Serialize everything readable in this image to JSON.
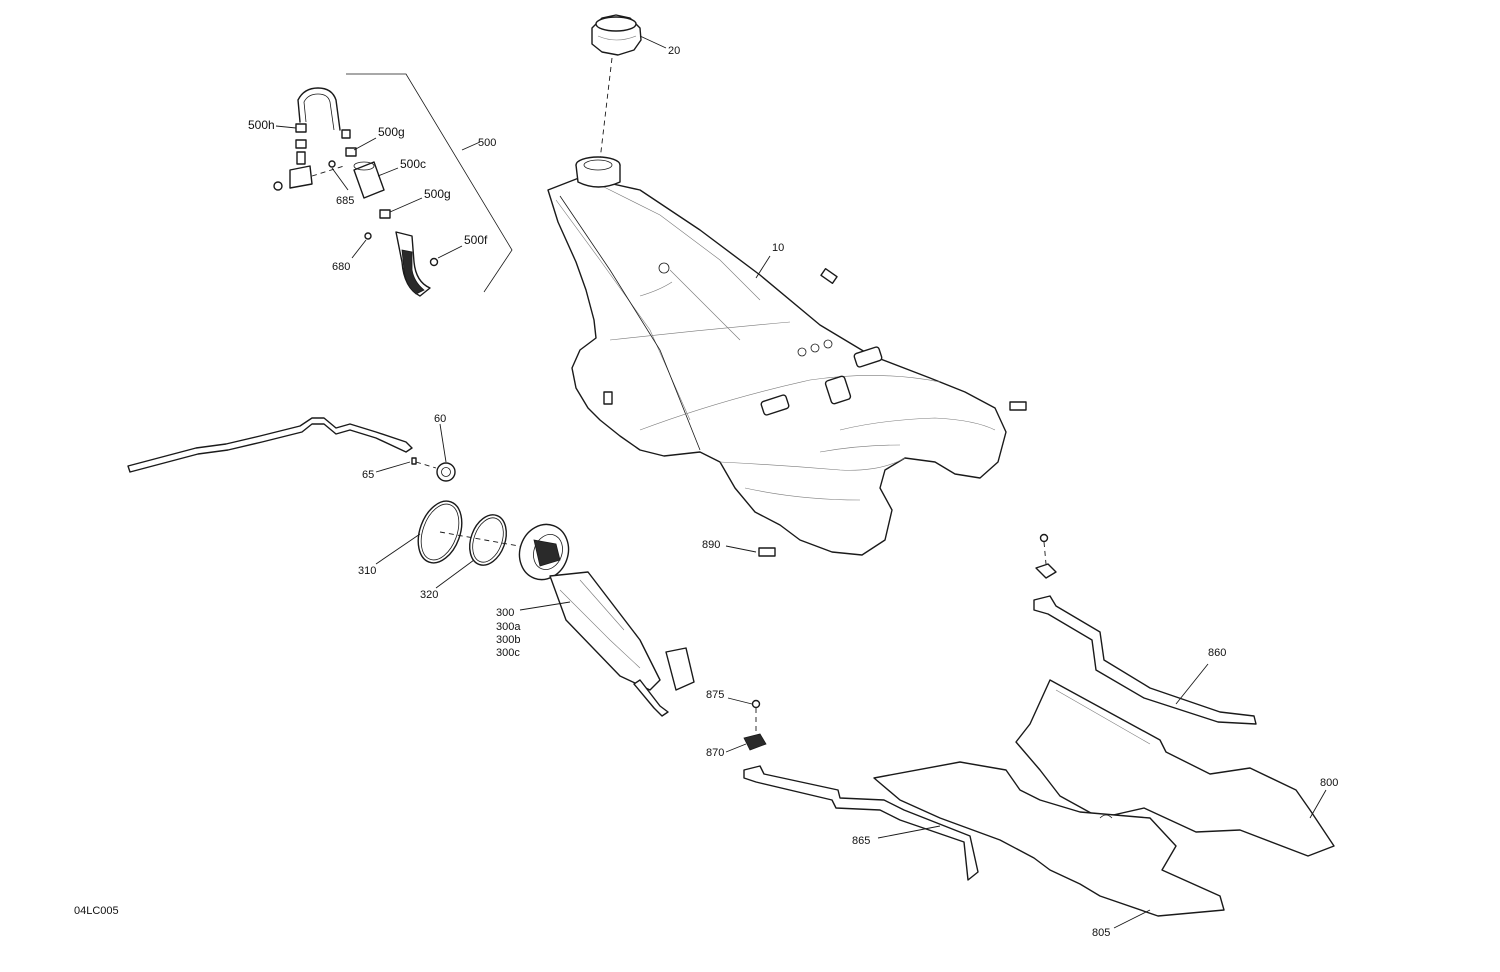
{
  "diagram": {
    "drawing_code": "04LC005",
    "callouts": {
      "c20": "20",
      "c500": "500",
      "c500h": "500h",
      "c500g_top": "500g",
      "c500c": "500c",
      "c500g_bottom": "500g",
      "c500f": "500f",
      "c685": "685",
      "c680": "680",
      "c10": "10",
      "c60": "60",
      "c65": "65",
      "c310": "310",
      "c320": "320",
      "c300": "300",
      "c300a": "300a",
      "c300b": "300b",
      "c300c": "300c",
      "c890": "890",
      "c860": "860",
      "c875": "875",
      "c870": "870",
      "c800": "800",
      "c865": "865",
      "c805": "805"
    }
  }
}
